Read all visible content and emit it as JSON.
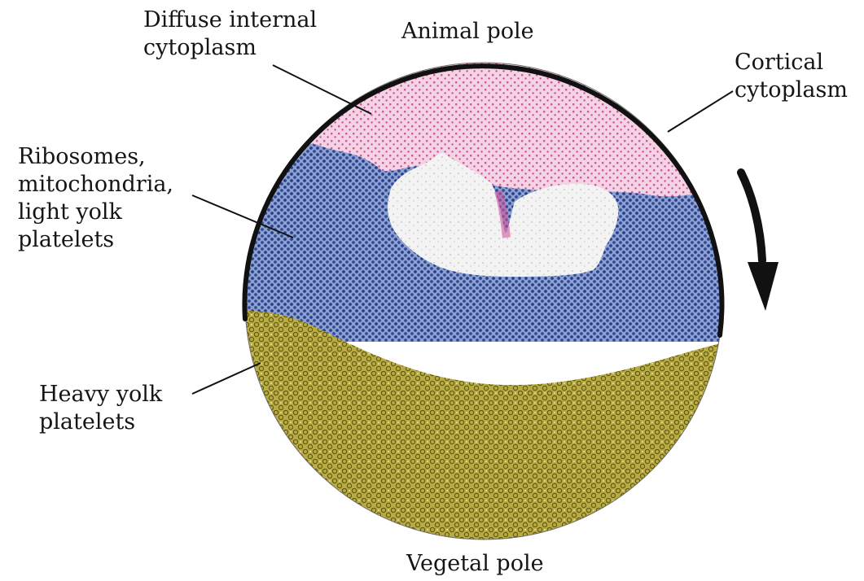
{
  "labels": {
    "animal_pole": "Animal pole",
    "vegetal_pole": "Vegetal pole",
    "diffuse_cytoplasm": "Diffuse internal\ncytoplasm",
    "cortical_cytoplasm": "Cortical\ncytoplasm",
    "ribosomes": "Ribosomes,\nmitochondria,\nlight yolk\nplatelets",
    "heavy_yolk": "Heavy yolk\nplatelets"
  },
  "colors": {
    "pink_region": "#d1569c",
    "pink_bg": "#f3d3e4",
    "blue_region": "#2f4c9a",
    "blue_bg": "#8ea0cf",
    "yolk_region": "#6f6812",
    "yolk_bg": "#b2a53c",
    "pale_region": "#f1f1f1",
    "outline": "#111111"
  },
  "arrow": {
    "icon": "curved-arrow-down-icon",
    "meaning": "rotation"
  }
}
